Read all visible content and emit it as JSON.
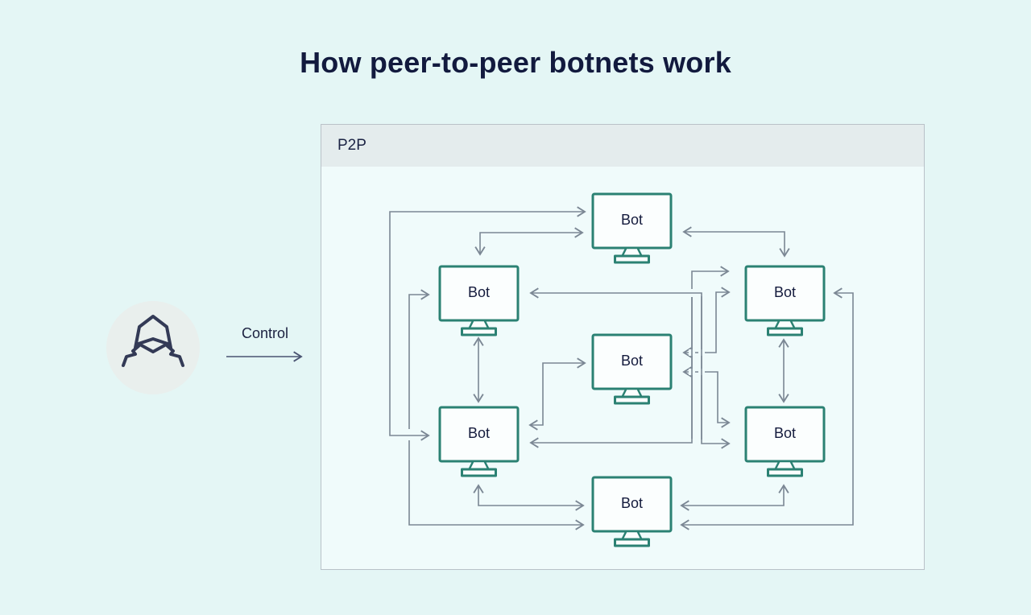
{
  "page": {
    "title": "How peer-to-peer botnets work"
  },
  "attacker": {
    "icon": "hacker-hood-icon",
    "control_label": "Control"
  },
  "p2p_panel": {
    "label": "P2P"
  },
  "bots": [
    {
      "id": "bot-top",
      "label": "Bot"
    },
    {
      "id": "bot-middle-left",
      "label": "Bot"
    },
    {
      "id": "bot-middle-right",
      "label": "Bot"
    },
    {
      "id": "bot-center",
      "label": "Bot"
    },
    {
      "id": "bot-lower-left",
      "label": "Bot"
    },
    {
      "id": "bot-lower-right",
      "label": "Bot"
    },
    {
      "id": "bot-bottom",
      "label": "Bot"
    }
  ],
  "connections": [
    {
      "from": "attacker",
      "to": "p2p-panel",
      "label": "Control",
      "bidirectional": false
    },
    {
      "from": "bot-top",
      "to": "bot-lower-left",
      "bidirectional": true
    },
    {
      "from": "bot-top",
      "to": "bot-middle-left",
      "bidirectional": true
    },
    {
      "from": "bot-top",
      "to": "bot-middle-right",
      "bidirectional": true
    },
    {
      "from": "bot-middle-left",
      "to": "bot-lower-right",
      "bidirectional": true
    },
    {
      "from": "bot-middle-left",
      "to": "bot-lower-left",
      "bidirectional": true
    },
    {
      "from": "bot-middle-left",
      "to": "bot-bottom",
      "bidirectional": true
    },
    {
      "from": "bot-middle-right",
      "to": "bot-lower-left",
      "bidirectional": true
    },
    {
      "from": "bot-middle-right",
      "to": "bot-lower-right",
      "bidirectional": true
    },
    {
      "from": "bot-middle-right",
      "to": "bot-bottom",
      "bidirectional": true
    },
    {
      "from": "bot-center",
      "to": "bot-middle-right",
      "bidirectional": true
    },
    {
      "from": "bot-center",
      "to": "bot-lower-right",
      "bidirectional": true
    },
    {
      "from": "bot-center",
      "to": "bot-lower-left",
      "bidirectional": true
    },
    {
      "from": "bot-lower-left",
      "to": "bot-bottom",
      "bidirectional": true
    },
    {
      "from": "bot-lower-right",
      "to": "bot-bottom",
      "bidirectional": true
    }
  ],
  "colors": {
    "page_background": "#e4f6f5",
    "panel_background": "#f0fbfb",
    "panel_header": "#e4eced",
    "panel_border": "#b9c1c8",
    "monitor_stroke": "#2b8173",
    "arrow": "#7b8794",
    "control_arrow": "#4a5472",
    "text": "#141b3d",
    "attacker_circle": "#e9efed"
  }
}
